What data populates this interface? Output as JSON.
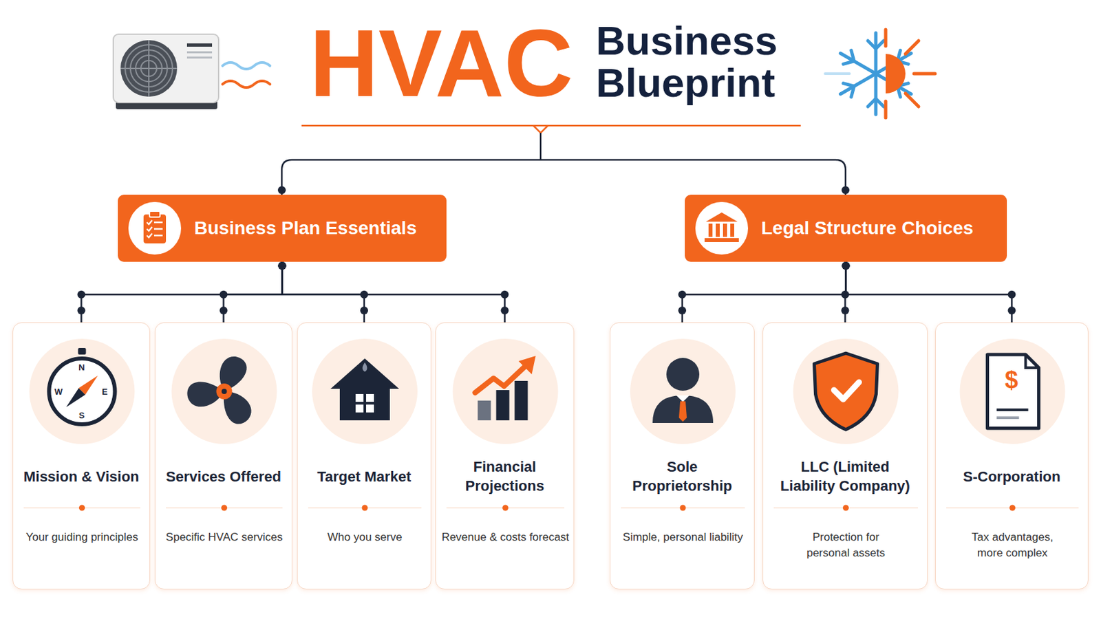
{
  "diagram": {
    "title": "HVAC",
    "nodes": [
      {
        "text": [
          "Business Plan Essentials"
        ]
      },
      {
        "text": [
          "Legal Structure Choices"
        ]
      },
      {
        "text": [
          "Mission & Vision",
          "Your guiding principles"
        ]
      },
      {
        "text": [
          "Services Offered",
          "Specific HVAC services"
        ]
      },
      {
        "text": [
          "Target Market",
          "Who you serve"
        ]
      },
      {
        "text": [
          "Financial Projections",
          "Revenue & costs forecast"
        ]
      },
      {
        "text": [
          "Sole Proprietorship",
          "Simple, personal liability"
        ]
      },
      {
        "text": [
          "LLC (Limited Liability Company)",
          "Protection for personal assets"
        ]
      },
      {
        "text": [
          "S-Corporation",
          "Tax advantages, more complex"
        ]
      }
    ],
    "edges": [
      {
        "from": 0,
        "to": 2,
        "arrow": "none"
      },
      {
        "from": 0,
        "to": 3,
        "arrow": "none"
      },
      {
        "from": 0,
        "to": 4,
        "arrow": "none"
      },
      {
        "from": 0,
        "to": 5,
        "arrow": "none"
      },
      {
        "from": 1,
        "to": 6,
        "arrow": "none"
      },
      {
        "from": 1,
        "to": 7,
        "arrow": "none"
      },
      {
        "from": 1,
        "to": 8,
        "arrow": "none"
      }
    ],
    "labels": [
      "Business Blueprint",
      "N",
      "W",
      "E",
      "S",
      "$"
    ]
  }
}
